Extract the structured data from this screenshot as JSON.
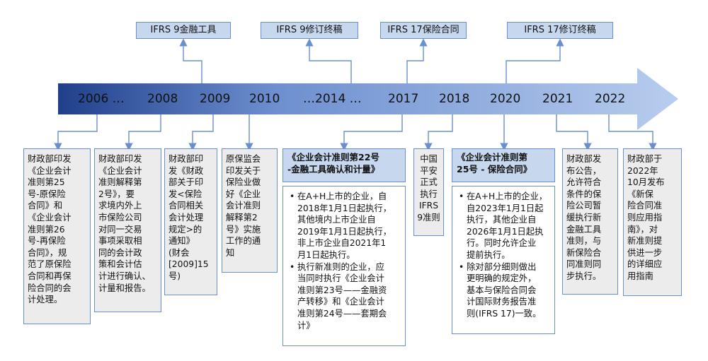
{
  "top_labels": [
    {
      "id": "ifrs9",
      "text": "IFRS 9金融工具"
    },
    {
      "id": "ifrs9rev",
      "text": "IFRS 9修订终稿"
    },
    {
      "id": "ifrs17",
      "text": "IFRS 17保险合同"
    },
    {
      "id": "ifrs17rev",
      "text": "IFRS 17修订终稿"
    }
  ],
  "years": [
    "2006 …",
    "2008",
    "2009",
    "2010",
    "…2014 …",
    "2017",
    "2018",
    "2020",
    "2021",
    "2022"
  ],
  "boxes": {
    "b2006": "财政部印发\n《企业会计\n准则第25\n号-原保险\n合同》和\n《企业会计\n准则第26\n号-再保险\n合同》，规\n范了原保险\n合同和再保\n险合同的会\n计处理。",
    "b2008": "财政部印发\n《企业会计\n准则解释第\n2号》，要\n求境内外上\n市保险公司\n对同一交易\n事项采取相\n同的会计政\n策和会计估\n计进行确认、\n计量和报告。",
    "b2009": "财政部印\n发《财政\n部关于印\n发<保险\n合同相关\n会计处理\n规定>的\n通知》\n(财会\n[2009]15\n号)",
    "b2010": "原保监会\n印发关于\n保险业做\n好《企业\n会计准则\n解释第2\n号》实施\n工作的通\n知",
    "b2017_header": "《企业会计准则第22号\n-金融工具确认和计量》",
    "b2017_items": [
      "在A+H上市的企业，自\n2018年1月1日起执行，\n其他境内上市企业自\n2019年1月1日起执行，\n非上市企业自2021年1\n月1日起执行。",
      "执行新准则的企业，应\n当同时执行《企业会计\n准则第23号——金融资\n产转移》和《企业会计\n准则第24号——套期会\n计》"
    ],
    "b2018": "中国\n平安\n正式\n执行\nIFRS\n9准则",
    "b2020_header": "《企业会计准则第\n25号 - 保险合同》",
    "b2020_items": [
      "在A+H上市的企业，\n自2023年1月1日起\n执行，其他企业自\n2026年1月1日起执\n行。同时允许企业\n提前执行。",
      "除对部分细则做出\n更明确的规定外，\n基本与保险合同会\n计国际财务报告准\n则(IFRS 17)一致。"
    ],
    "b2021": "财政部发\n布公告，\n允许符合\n条件的保\n险公司暂\n缓执行新\n金融工具\n准则，与\n新保险合\n同准则同\n步执行。",
    "b2022": "财政部于\n2022年\n10月发布\n《新保\n险合同准\n则应用指\n南》，对\n新准则提\n供进一步\n的详细应\n用指南"
  },
  "colors": {
    "arrow_start": "#1f3f8a",
    "arrow_end": "#b8cdee",
    "border": "#6a8fcf",
    "label_fill": "#c7d7ee",
    "box_fill": "#ececec"
  }
}
